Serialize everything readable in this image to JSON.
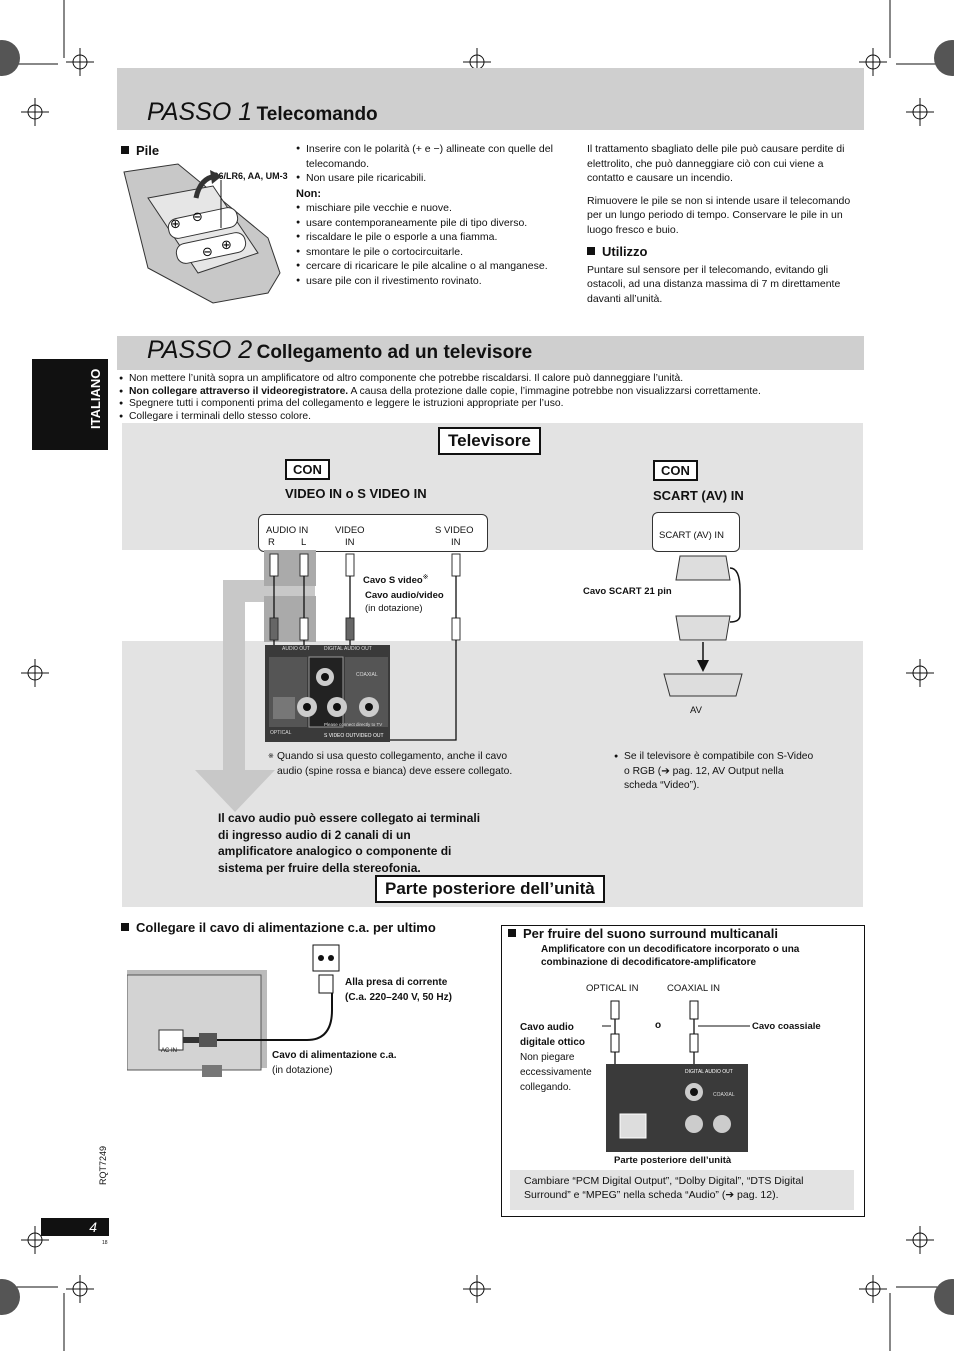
{
  "step1": {
    "passo": "PASSO 1",
    "title": "Telecomando",
    "pile": {
      "heading": "Pile",
      "battery_label": "R6/LR6, AA, UM-3"
    },
    "col2_bullets_top": [
      "Inserire con le polarità (+ e −) allineate con quelle del telecomando.",
      "Non usare pile ricaricabili."
    ],
    "non_label": "Non:",
    "col2_bullets_non": [
      "mischiare pile vecchie e nuove.",
      "usare contemporaneamente pile di tipo diverso.",
      "riscaldare le pile o esporle a una fiamma.",
      "smontare le pile o cortocircuitarle.",
      "cercare di ricaricare le pile alcaline o al manganese.",
      "usare pile con il rivestimento rovinato."
    ],
    "col3_p1": "Il trattamento sbagliato delle pile può causare perdite di elettrolito, che può danneggiare ciò con cui viene a contatto e causare un incendio.",
    "col3_p2": "Rimuovere le pile se non si intende usare il telecomando per un lungo periodo di tempo. Conservare le pile in un luogo fresco e buio.",
    "utilizzo_heading": "Utilizzo",
    "utilizzo_text": "Puntare sul sensore per il telecomando, evitando gli ostacoli, ad una distanza massima di 7 m direttamente davanti all’unità."
  },
  "side_tab": "ITALIANO",
  "step2": {
    "passo": "PASSO 2",
    "title": "Collegamento ad un televisore",
    "bullets": [
      {
        "bold": "",
        "text": "Non mettere l’unità sopra un amplificatore od altro componente che potrebbe riscaldarsi. Il calore può danneggiare l’unità."
      },
      {
        "bold": "Non collegare attraverso il videoregistratore.",
        "text": " A causa della protezione dalle copie, l’immagine potrebbe non visualizzarsi correttamente."
      },
      {
        "bold": "",
        "text": "Spegnere tutti i componenti prima del collegamento e leggere le istruzioni appropriate per l’uso."
      },
      {
        "bold": "",
        "text": "Collegare i terminali dello stesso colore."
      }
    ],
    "televisore": "Televisore",
    "con": "CON",
    "left_conn_title": "VIDEO IN o S VIDEO IN",
    "right_conn_title": "SCART (AV) IN",
    "tv_left_panel": {
      "audio_in": "AUDIO IN",
      "r": "R",
      "l": "L",
      "video_in_1": "VIDEO",
      "video_in_2": "IN",
      "svideo_1": "S VIDEO",
      "svideo_2": "IN"
    },
    "tv_right_panel": "SCART (AV) IN",
    "cavo_svideo": "Cavo S video",
    "cavo_svideo_mark": "※",
    "cavo_audio_video": "Cavo audio/video",
    "in_dotazione": "(in dotazione)",
    "cavo_scart": "Cavo SCART 21 pin",
    "av_label": "AV",
    "unit_labels": {
      "audio_out": "AUDIO OUT",
      "digital_audio_out": "DIGITAL AUDIO OUT",
      "coaxial": "COAXIAL",
      "optical": "OPTICAL",
      "svideo_out": "S VIDEO OUT",
      "video_out": "VIDEO OUT",
      "connect_direct": "Please connect directly to TV"
    },
    "footnote_mark": "※",
    "footnote": "Quando si usa questo collegamento, anche il cavo audio (spine rossa e bianca) deve essere collegato.",
    "right_note": "Se il televisore è compatibile con S-Video o RGB (➔ pag. 12, AV Output nella scheda “Video”).",
    "audio_note": "Il cavo audio può essere collegato ai terminali di ingresso audio di 2 canali di un amplificatore analogico o componente di sistema per fruire della stereofonia.",
    "parte_posteriore": "Parte posteriore dell’unità"
  },
  "power": {
    "heading": "Collegare il cavo di alimentazione c.a. per ultimo",
    "presa_1": "Alla presa di corrente",
    "presa_2": "(C.a. 220–240 V, 50 Hz)",
    "cavo": "Cavo di alimentazione c.a.",
    "in_dotazione": "(in dotazione)",
    "ac_in": "AC IN~"
  },
  "surround": {
    "heading": "Per fruire del suono surround multicanali",
    "subheading": "Amplificatore con un decodificatore incorporato o una combinazione di decodificatore-amplificatore",
    "optical_in": "OPTICAL IN",
    "coaxial_in": "COAXIAL IN",
    "cavo_audio_1": "Cavo audio",
    "cavo_audio_2": "digitale ottico",
    "warning": "Non piegare eccessivamente collegando.",
    "o": "o",
    "cavo_coassiale": "Cavo coassiale",
    "parte_posteriore": "Parte posteriore dell’unità",
    "note": "Cambiare “PCM Digital Output”, “Dolby Digital”, “DTS Digital Surround” e “MPEG” nella scheda “Audio” (➔ pag. 12)."
  },
  "footer": {
    "page_number": "4",
    "code": "RQT7249",
    "tiny": "18"
  }
}
